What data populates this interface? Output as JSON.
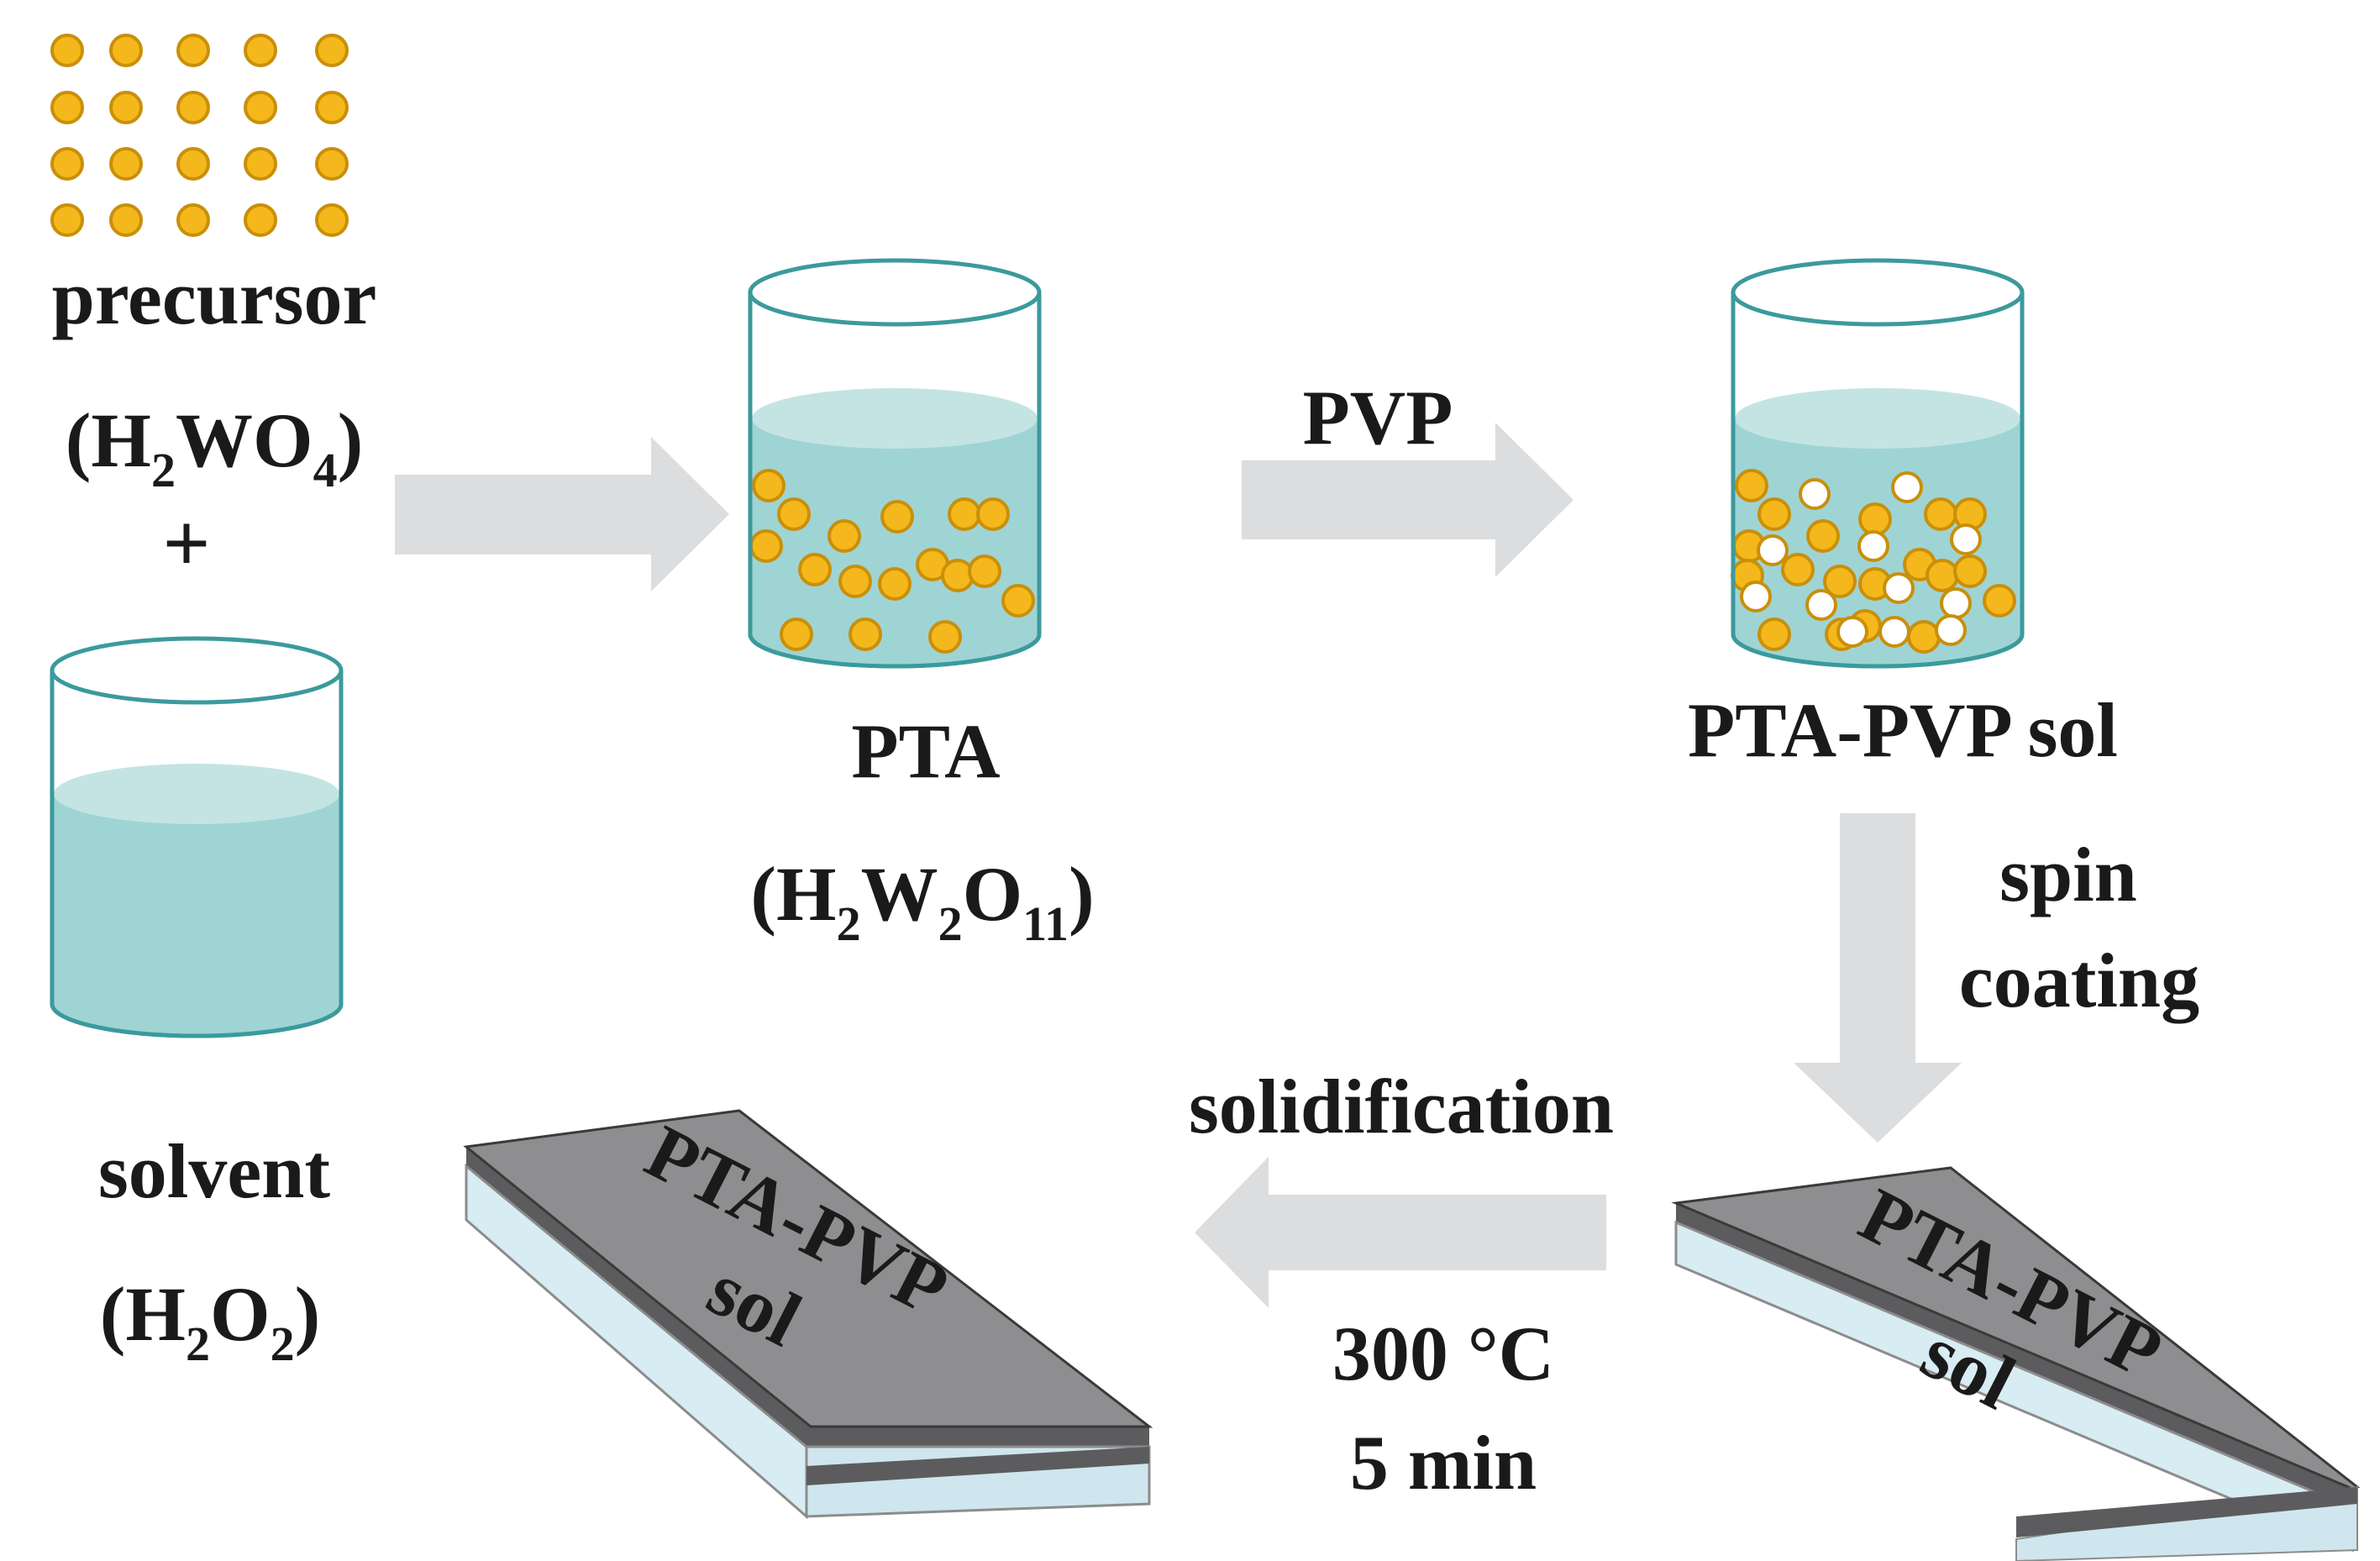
{
  "precursor": {
    "label": "precursor",
    "formula": {
      "a": "(H",
      "s1": "2",
      "b": "WO",
      "s2": "4",
      "c": ")"
    }
  },
  "plus": "+",
  "solvent": {
    "label": "solvent",
    "formula": {
      "a": "(H",
      "s1": "2",
      "b": "O",
      "s2": "2",
      "c": ")"
    }
  },
  "pta": {
    "label": "PTA",
    "formula": {
      "a": "(H",
      "s1": "2",
      "b": "W",
      "s2": "2",
      "c": "O",
      "s3": "11",
      "d": ")"
    }
  },
  "pvp_arrow_label": "PVP",
  "pta_pvp_sol_label": "PTA-PVP sol",
  "spin_coating": {
    "line1": "spin",
    "line2": "coating"
  },
  "solidification": {
    "label": "solidification",
    "temp": "300 °C",
    "time": "5 min"
  },
  "substrate_text": {
    "line1": "PTA-PVP",
    "line2": "sol"
  },
  "colors": {
    "particle_gold": "#f4b81c",
    "particle_gold_stroke": "#c98f0a",
    "particle_white": "#ffffff",
    "liquid": "#9fd4d5",
    "liquid_top": "#c4e4e4",
    "beaker_stroke": "#3b9a9c",
    "arrow": "#dcddde",
    "film_top": "#8e8e90",
    "film_side": "#5c5c5e",
    "glass": "#d7ecf3"
  }
}
